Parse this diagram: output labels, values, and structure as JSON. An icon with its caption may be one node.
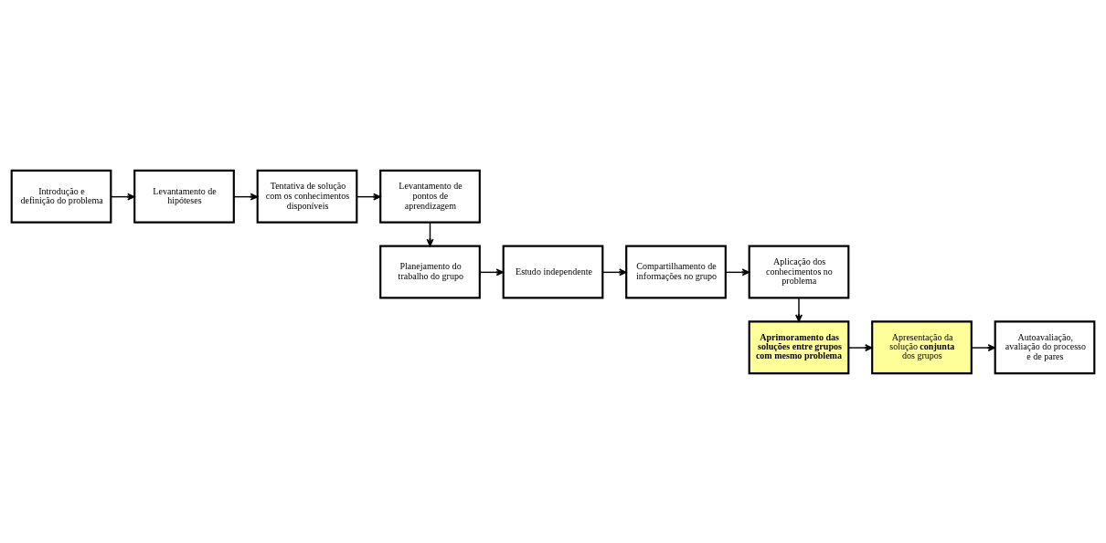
{
  "diagram": {
    "nodes": [
      {
        "text": [
          "Introdução e definição do problema"
        ]
      },
      {
        "text": [
          "Levantamento de hipóteses"
        ]
      },
      {
        "text": [
          "Tentativa de solução com os conhecimentos disponíveis"
        ]
      },
      {
        "text": [
          "Levantamento de pontos de aprendizagem"
        ]
      },
      {
        "text": [
          "Planejamento do trabalho do grupo"
        ]
      },
      {
        "text": [
          "Estudo independente"
        ]
      },
      {
        "text": [
          "Compartilhamento de informações no grupo"
        ]
      },
      {
        "text": [
          "Aplicação dos conhecimentos no problema"
        ]
      },
      {
        "text": [
          "Aprimoramento das soluções entre grupos com mesmo problema"
        ]
      },
      {
        "text": [
          "Apresentação da solução **conjunta** dos grupos"
        ]
      },
      {
        "text": [
          "Autoavaliação, avaliação do processo e de pares"
        ]
      }
    ],
    "edges": [
      {
        "from": 0,
        "to": 1,
        "arrow": "to"
      },
      {
        "from": 1,
        "to": 2,
        "arrow": "to"
      },
      {
        "from": 2,
        "to": 3,
        "arrow": "to"
      },
      {
        "from": 3,
        "to": 4,
        "arrow": "to"
      },
      {
        "from": 4,
        "to": 5,
        "arrow": "to"
      },
      {
        "from": 5,
        "to": 6,
        "arrow": "to"
      },
      {
        "from": 6,
        "to": 7,
        "arrow": "to"
      },
      {
        "from": 7,
        "to": 8,
        "arrow": "to"
      },
      {
        "from": 8,
        "to": 9,
        "arrow": "to"
      },
      {
        "from": 9,
        "to": 10,
        "arrow": "to"
      }
    ]
  }
}
